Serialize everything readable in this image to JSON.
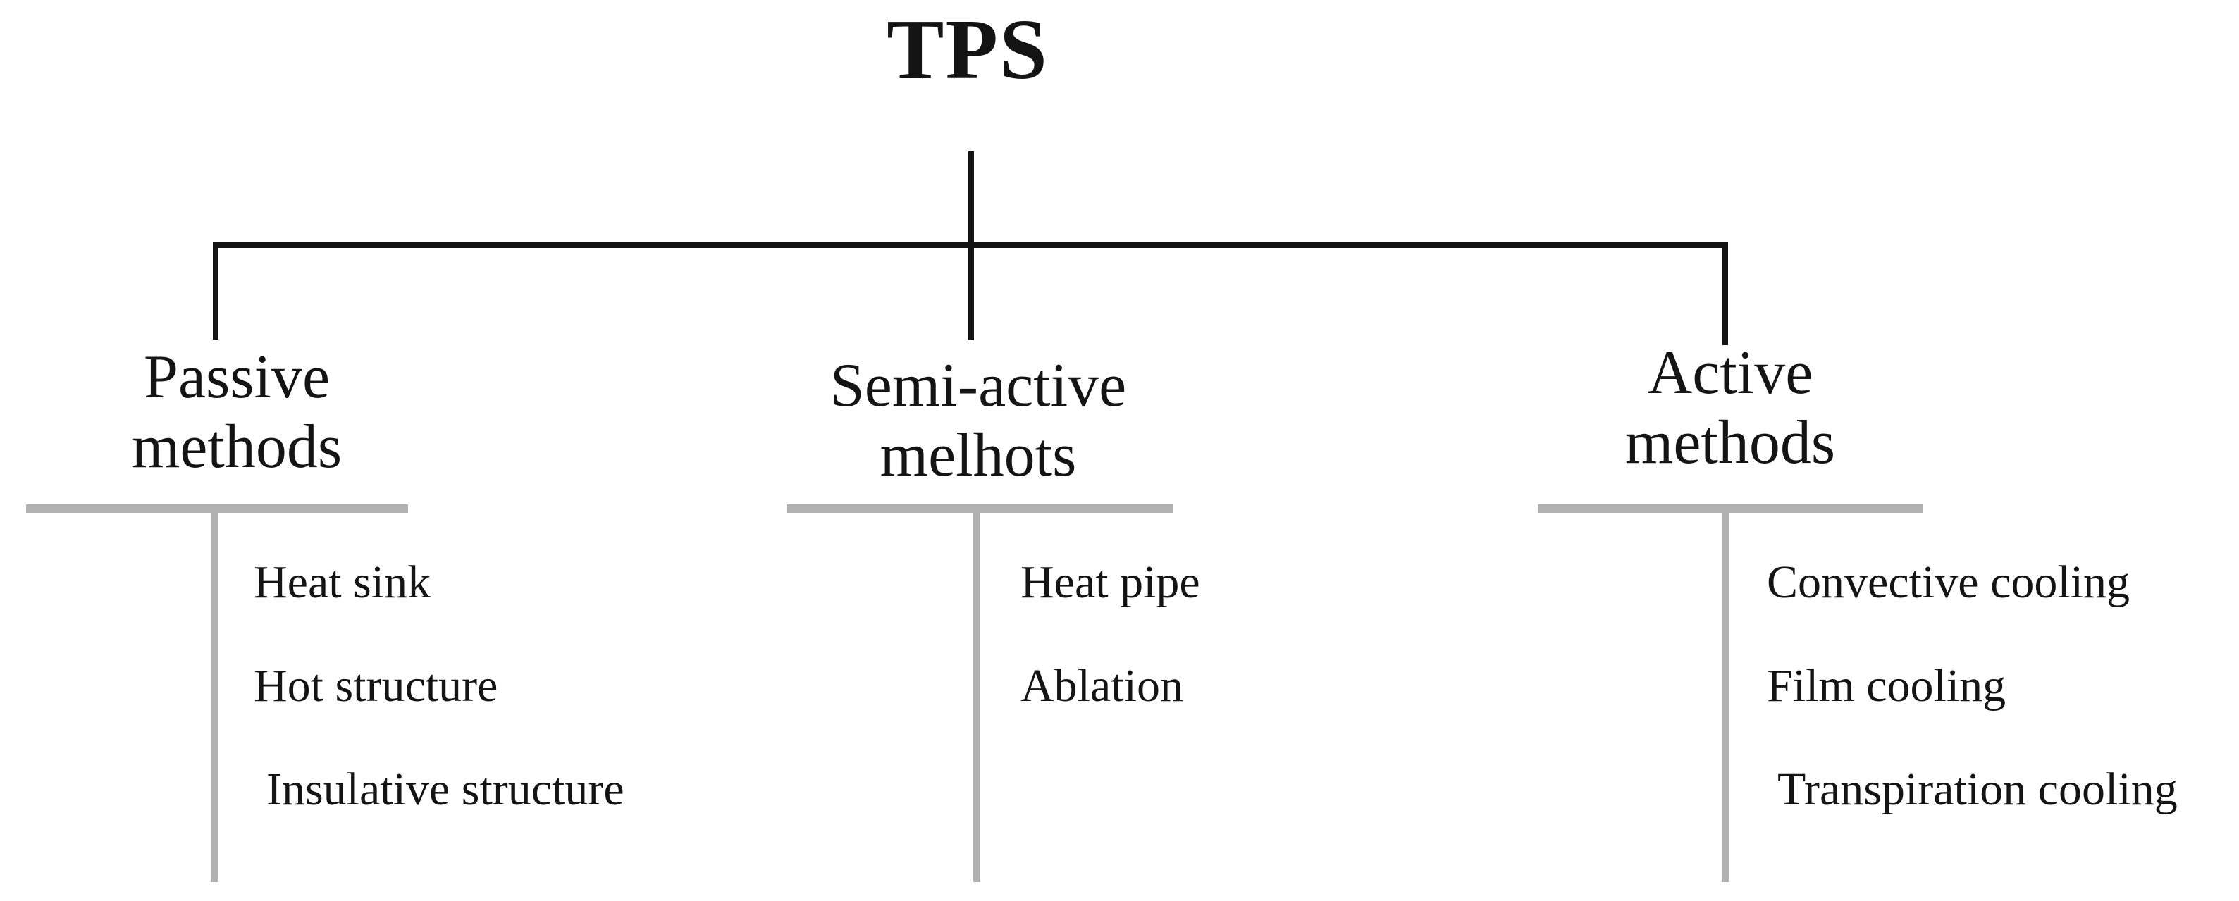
{
  "diagram": {
    "title": "TPS",
    "colors": {
      "background": "#ffffff",
      "text": "#141414",
      "connector_black": "#141414",
      "connector_gray": "#b1b1b1"
    },
    "branches": [
      {
        "id": "passive",
        "label_lines": [
          "Passive",
          "methods"
        ],
        "items": [
          "Heat sink",
          "Hot structure",
          "Insulative structure"
        ]
      },
      {
        "id": "semi_active",
        "label_lines": [
          "Semi-active",
          "melhots"
        ],
        "items": [
          "Heat pipe",
          "Ablation"
        ]
      },
      {
        "id": "active",
        "label_lines": [
          "Active",
          "methods"
        ],
        "items": [
          "Convective cooling",
          "Film cooling",
          "Transpiration cooling"
        ]
      }
    ]
  }
}
